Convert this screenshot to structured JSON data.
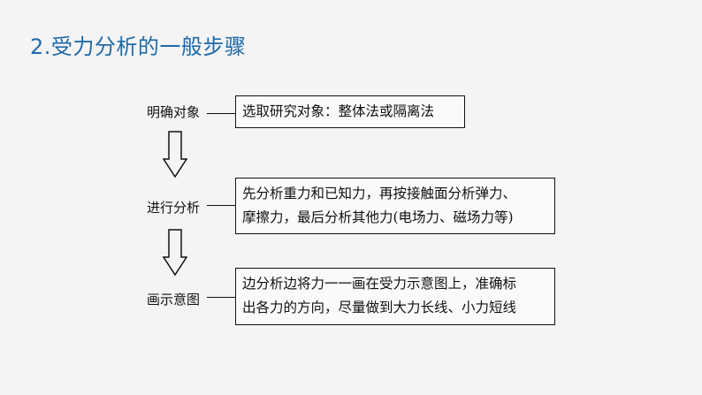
{
  "title": "2.受力分析的一般步骤",
  "steps": [
    {
      "label": "明确对象",
      "lines": [
        "选取研究对象：整体法或隔离法"
      ]
    },
    {
      "label": "进行分析",
      "lines": [
        "先分析重力和已知力，再按接触面分析弹力、",
        "摩擦力，最后分析其他力(电场力、磁场力等)"
      ]
    },
    {
      "label": "画示意图",
      "lines": [
        "边分析边将力一一画在受力示意图上，准确标",
        "出各力的方向，尽量做到大力长线、小力短线"
      ]
    }
  ]
}
